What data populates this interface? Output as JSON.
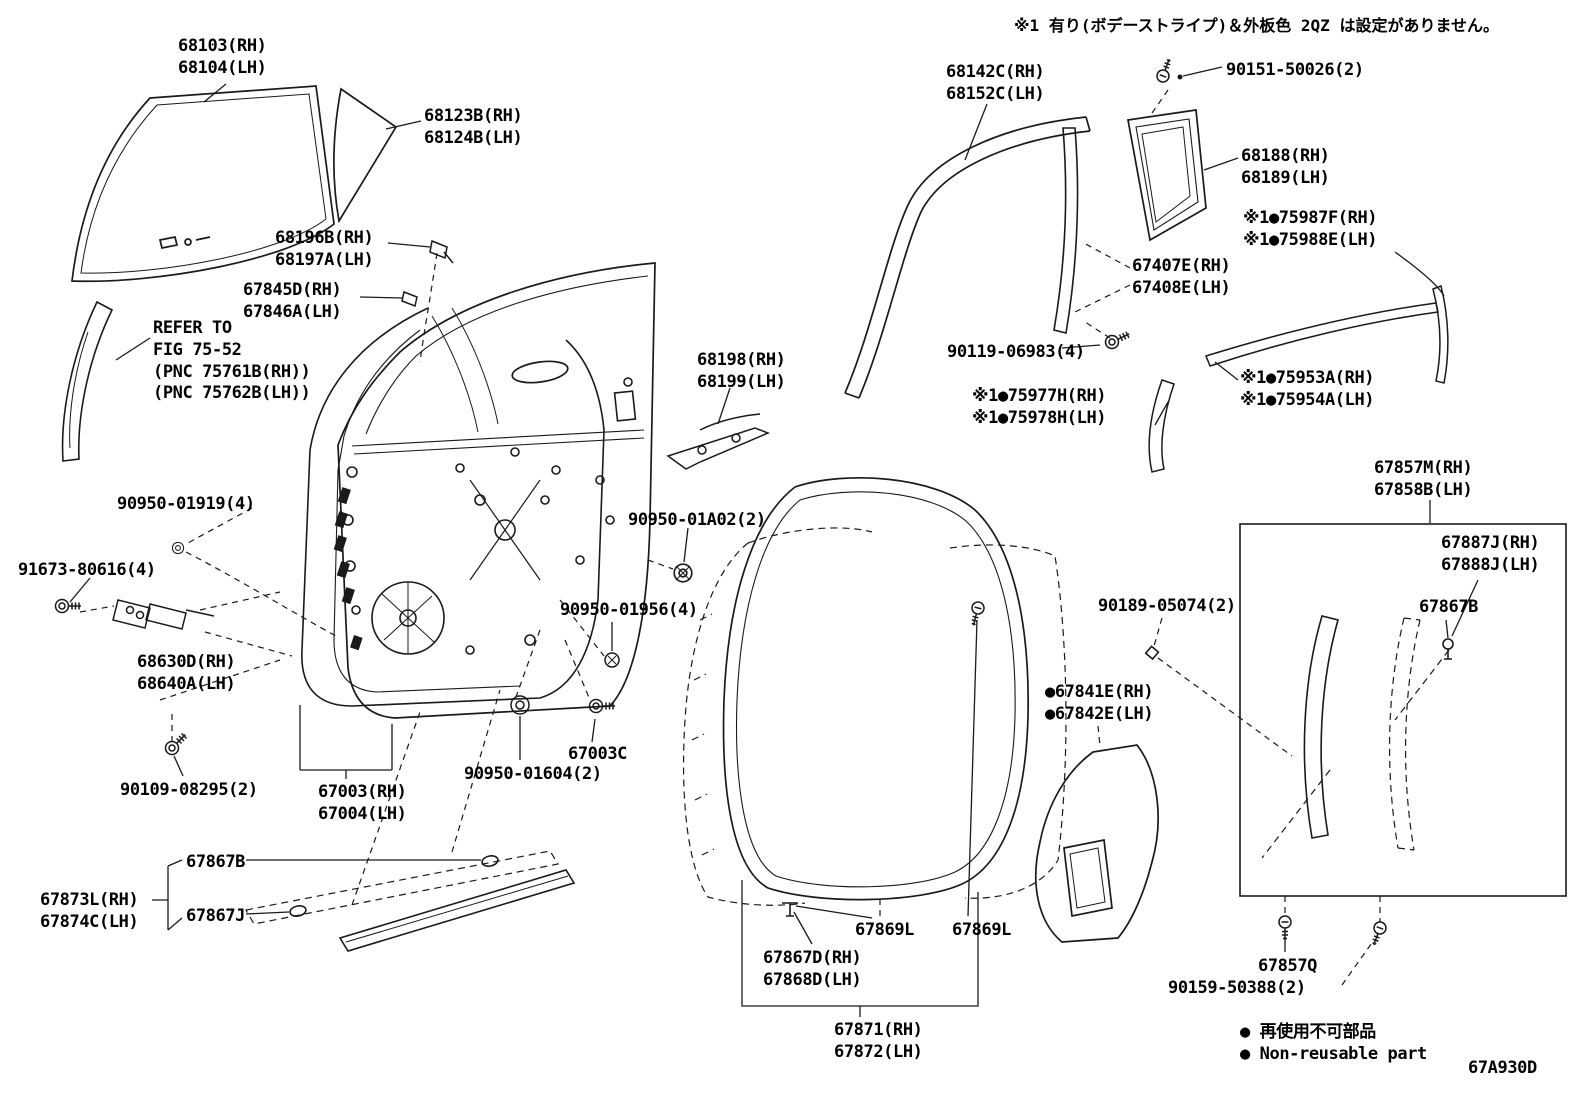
{
  "colors": {
    "line": "#1a1a1a",
    "text": "#000000",
    "background": "#ffffff"
  },
  "note": "※1 有り(ボデーストライプ)＆外板色 2QZ は設定がありません。",
  "figure_code": "67A930D",
  "legend": "● 再使用不可部品\n● Non-reusable part",
  "labels": {
    "p68103": "68103(RH)\n68104(LH)",
    "p68123b": "68123B(RH)\n68124B(LH)",
    "p68196b": "68196B(RH)\n68197A(LH)",
    "p67845d": "67845D(RH)\n67846A(LH)",
    "refer": "REFER TO\nFIG 75-52\n(PNC 75761B(RH))\n(PNC 75762B(LH))",
    "p68142c": "68142C(RH)\n68152C(LH)",
    "p90151": "90151-50026(2)",
    "p68188": "68188(RH)\n68189(LH)",
    "p75987f": "※1●75987F(RH)\n※1●75988E(LH)",
    "p67407e": "67407E(RH)\n67408E(LH)",
    "p90119": "90119-06983(4)",
    "p75977h": "※1●75977H(RH)\n※1●75978H(LH)",
    "p75953a": "※1●75953A(RH)\n※1●75954A(LH)",
    "p68198": "68198(RH)\n68199(LH)",
    "p90950_01919": "90950-01919(4)",
    "p91673": "91673-80616(4)",
    "p68630d": "68630D(RH)\n68640A(LH)",
    "p90109": "90109-08295(2)",
    "p67003": "67003(RH)\n67004(LH)",
    "p90950_01a02": "90950-01A02(2)",
    "p90950_01956": "90950-01956(4)",
    "p90950_01604": "90950-01604(2)",
    "p67003c": "67003C",
    "p67857m": "67857M(RH)\n67858B(LH)",
    "p67887j": "67887J(RH)\n67888J(LH)",
    "p67867b_right": "67867B",
    "p90189": "90189-05074(2)",
    "p67841e": "●67841E(RH)\n●67842E(LH)",
    "p67867b_left": "67867B",
    "p67873l": "67873L(RH)\n67874C(LH)",
    "p67867j": "67867J",
    "p67867d": "67867D(RH)\n67868D(LH)",
    "p67869l_1": "67869L",
    "p67869l_2": "67869L",
    "p67871": "67871(RH)\n67872(LH)",
    "p67857q": "67857Q",
    "p90159": "90159-50388(2)"
  }
}
